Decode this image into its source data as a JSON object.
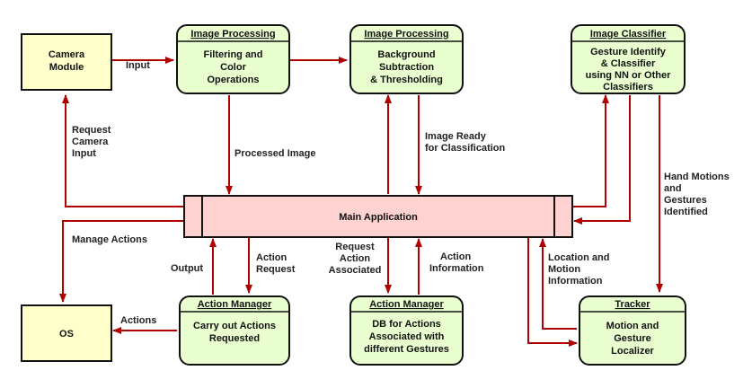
{
  "colors": {
    "box_fill": "#eaffd0",
    "box_stroke": "#111111",
    "square_fill": "#ffffcc",
    "main_fill": "#ffd2d2",
    "arrow": "#b00000"
  },
  "nodes": {
    "camera": {
      "body": [
        "Camera",
        "Module"
      ]
    },
    "os": {
      "body": [
        "OS"
      ]
    },
    "image_processing_1": {
      "title": "Image Processing",
      "body": [
        "Filtering and",
        "Color",
        "Operations"
      ]
    },
    "image_processing_2": {
      "title": "Image Processing",
      "body": [
        "Background",
        "Subtraction",
        "& Thresholding"
      ]
    },
    "image_classifier": {
      "title": "Image Classifier",
      "body": [
        "Gesture Identify",
        "& Classifier",
        "using NN or Other",
        "Classifiers"
      ]
    },
    "main_application": {
      "body": [
        "Main Application"
      ]
    },
    "action_manager_1": {
      "title": "Action Manager",
      "body": [
        "Carry out Actions",
        "Requested"
      ]
    },
    "action_manager_2": {
      "title": "Action Manager",
      "body": [
        "DB for Actions",
        "Associated with",
        "different Gestures"
      ]
    },
    "tracker": {
      "title": "Tracker",
      "body": [
        "Motion and",
        "Gesture",
        "Localizer"
      ]
    }
  },
  "edge_labels": {
    "input": [
      "Input"
    ],
    "request_camera_input": [
      "Request",
      "Camera",
      "Input"
    ],
    "processed_image": [
      "Processed Image"
    ],
    "image_ready": [
      "Image Ready",
      "for Classification"
    ],
    "hand_motions": [
      "Hand Motions",
      "and",
      "Gestures",
      "Identified"
    ],
    "manage_actions": [
      "Manage Actions"
    ],
    "output": [
      "Output"
    ],
    "action_request": [
      "Action",
      "Request"
    ],
    "request_action_associated": [
      "Request",
      "Action",
      "Associated"
    ],
    "action_information": [
      "Action",
      "Information"
    ],
    "location_motion": [
      "Location and",
      "Motion",
      "Information"
    ],
    "actions": [
      "Actions"
    ]
  }
}
